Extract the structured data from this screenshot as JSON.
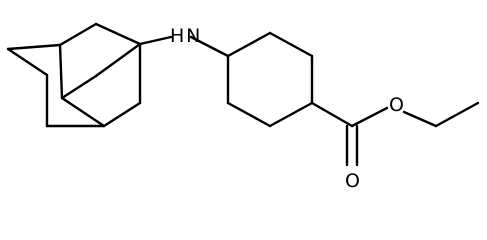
{
  "structure": {
    "atoms": {
      "amine_nitrogen": "H N",
      "ester_oxygen": "O",
      "carbonyl_oxygen": "O"
    },
    "colors": {
      "bond": "#000000",
      "text": "#000000",
      "background": "#ffffff"
    }
  }
}
